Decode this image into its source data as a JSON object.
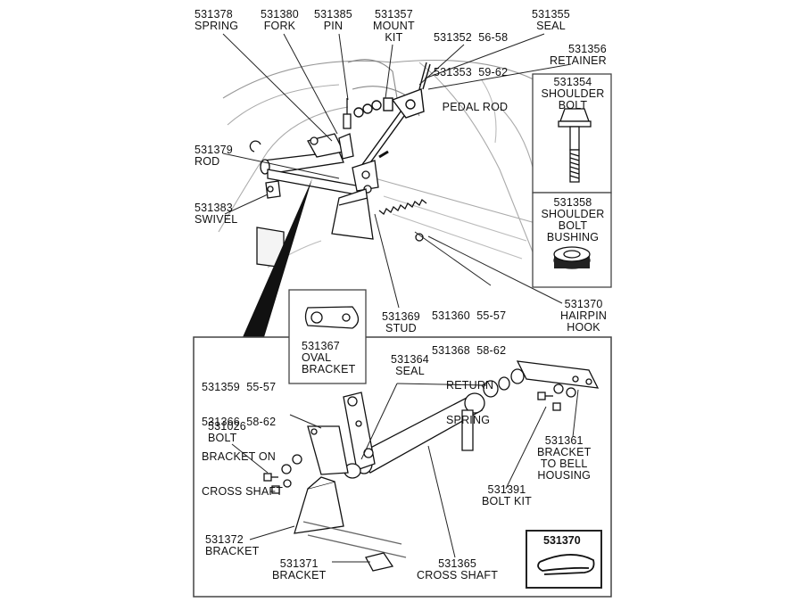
{
  "callouts": {
    "spring": {
      "part": "531378",
      "name": "SPRING"
    },
    "fork": {
      "part": "531380",
      "name": "FORK"
    },
    "pin": {
      "part": "531385",
      "name": "PIN"
    },
    "mount_kit": {
      "part": "531357",
      "name1": "MOUNT",
      "name2": "KIT"
    },
    "pedal_rod": {
      "line1": "531352  56-58",
      "line2": "531353  59-62",
      "line3": "PEDAL ROD"
    },
    "seal_top": {
      "part": "531355",
      "name": "SEAL"
    },
    "retainer": {
      "part": "531356",
      "name": "RETAINER"
    },
    "shoulder_bolt": {
      "part": "531354",
      "name1": "SHOULDER",
      "name2": "BOLT"
    },
    "bushing": {
      "part": "531358",
      "name1": "SHOULDER",
      "name2": "BOLT",
      "name3": "BUSHING"
    },
    "rod": {
      "part": "531379",
      "name": "ROD"
    },
    "swivel": {
      "part": "531383",
      "name": "SWIVEL"
    },
    "return_spring": {
      "line1": "531360  55-57",
      "line2": "531368  58-62",
      "line3": "RETURN",
      "line4": "SPRING"
    },
    "hairpin_hook": {
      "part": "531370",
      "name1": "HAIRPIN",
      "name2": "HOOK"
    },
    "stud": {
      "part": "531369",
      "name": "STUD"
    },
    "oval_bracket": {
      "part": "531367",
      "name1": "OVAL",
      "name2": "BRACKET"
    },
    "bracket_cross": {
      "line1": "531359  55-57",
      "line2": "531366  58-62",
      "line3": "BRACKET ON",
      "line4": "CROSS SHAFT"
    },
    "seal_bottom": {
      "part": "531364",
      "name": "SEAL"
    },
    "bolt": {
      "part": "531026",
      "name": "BOLT"
    },
    "bell_housing": {
      "part": "531361",
      "name1": "BRACKET",
      "name2": "TO BELL",
      "name3": "HOUSING"
    },
    "bolt_kit": {
      "part": "531391",
      "name": "BOLT KIT"
    },
    "bracket_372": {
      "part": "531372",
      "name": "BRACKET"
    },
    "bracket_371": {
      "part": "531371",
      "name": "BRACKET"
    },
    "cross_shaft": {
      "part": "531365",
      "name": "CROSS SHAFT"
    },
    "hairpin_box": {
      "part": "531370"
    }
  }
}
